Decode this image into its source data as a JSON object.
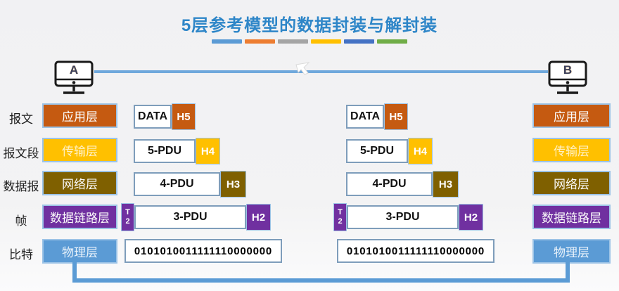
{
  "title": "5层参考模型的数据封装与解封装",
  "underline_dashes": [
    "#5B9BD5",
    "#ED7D31",
    "#A5A5A5",
    "#FFC000",
    "#4472C4",
    "#70AD47"
  ],
  "hosts": {
    "left": "A",
    "right": "B"
  },
  "unit_labels": [
    "报文",
    "报文段",
    "数据报",
    "帧",
    "比特"
  ],
  "layers": [
    {
      "name": "应用层",
      "color": "#C55A11"
    },
    {
      "name": "传输层",
      "color": "#FFC000"
    },
    {
      "name": "网络层",
      "color": "#7F6000"
    },
    {
      "name": "数据链路层",
      "color": "#7030A0"
    },
    {
      "name": "物理层",
      "color": "#5B9BD5"
    }
  ],
  "pdus": [
    {
      "payload": "DATA",
      "header": "H5"
    },
    {
      "payload": "5-PDU",
      "header": "H4"
    },
    {
      "payload": "4-PDU",
      "header": "H3"
    },
    {
      "payload": "3-PDU",
      "header": "H2",
      "trailer": "T2"
    },
    {
      "payload": "0101010011111110000000"
    }
  ],
  "colors": {
    "title": "#2E86C8",
    "link_line": "#6FA8DC",
    "bottom_connector": "#5B9BD5",
    "box_border": "#9CC3E6"
  }
}
